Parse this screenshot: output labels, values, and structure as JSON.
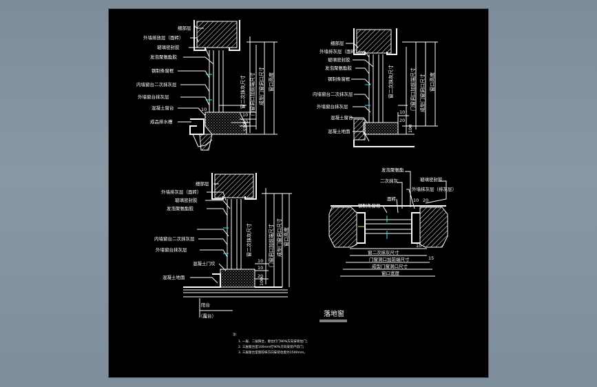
{
  "colors": {
    "background": "#000000",
    "line": "#ffffff",
    "accent_cyan": "#39e8ff",
    "accent_yellow": "#ffe14a",
    "window_bg": "#7d8c99"
  },
  "title": "落地窗",
  "notes": {
    "head": "注:",
    "items": [
      "1. 一层、二层阳台，窗台打门90%方向安装住门；",
      "2. 三层窗台室100mm打90%方向安装户前门；",
      "3. 三层窗台室窗较抹方向安装住窗为1500mm。"
    ]
  },
  "section_tl": {
    "labels": [
      "细部层",
      "外墙排放层（面砖）",
      "玻璃密封胶",
      "发泡聚氨酯胶",
      "钢制条窗框",
      "内墙窗台二次抹灰层",
      "外墙窗台抹灰层",
      "混凝土窗台",
      "成品排水槽"
    ],
    "vertical": [
      "窗二次抹灰尺寸",
      "门窗洞口加前端尺寸",
      "成型门窗洞口尺寸",
      "窗口高度"
    ],
    "dims": [
      "10",
      "10",
      "20",
      "120"
    ]
  },
  "section_tr": {
    "labels": [
      "细部层",
      "外墙排灰层（面砖）",
      "玻璃密封胶",
      "发泡聚氨酯胶",
      "钢制条窗框",
      "内墙窗台二次抹灰层",
      "外墙窗台抹灰层",
      "混凝土窗台",
      "混凝土地面"
    ],
    "vertical": [
      "窗二次抹灰尺寸",
      "门窗洞口加前端尺寸",
      "成型门窗洞口尺寸",
      "窗口高度"
    ],
    "dims": [
      "10",
      "20",
      "100"
    ]
  },
  "section_bl": {
    "labels": [
      "细部层",
      "外墙排灰层（面砖）",
      "玻璃密封胶",
      "发泡聚氨酯胶",
      "内墙窗台二次抹灰层",
      "外墙窗台抹灰层",
      "混凝土门坎",
      "混凝土地面"
    ],
    "vertical": [
      "窗二次抹灰尺寸",
      "门窗洞口加前端尺寸",
      "成型门窗洞口尺寸",
      "窗口高度"
    ],
    "dims": [
      "10",
      "10",
      "20",
      "100"
    ],
    "below": [
      "阳台",
      "（露台）"
    ]
  },
  "plan_br": {
    "labels": [
      "发泡聚氨酯",
      "二次抹灰",
      "玻璃密封胶",
      "外墙抹灰层（排灰层）",
      "钢制条窗框",
      "面砖",
      "10",
      "20"
    ],
    "dims": [
      "窗二次抹灰尺寸",
      "门窗洞口加前端尺寸",
      "成型门窗洞口尺寸",
      "窗口宽度"
    ],
    "small": [
      "10",
      "15"
    ]
  }
}
